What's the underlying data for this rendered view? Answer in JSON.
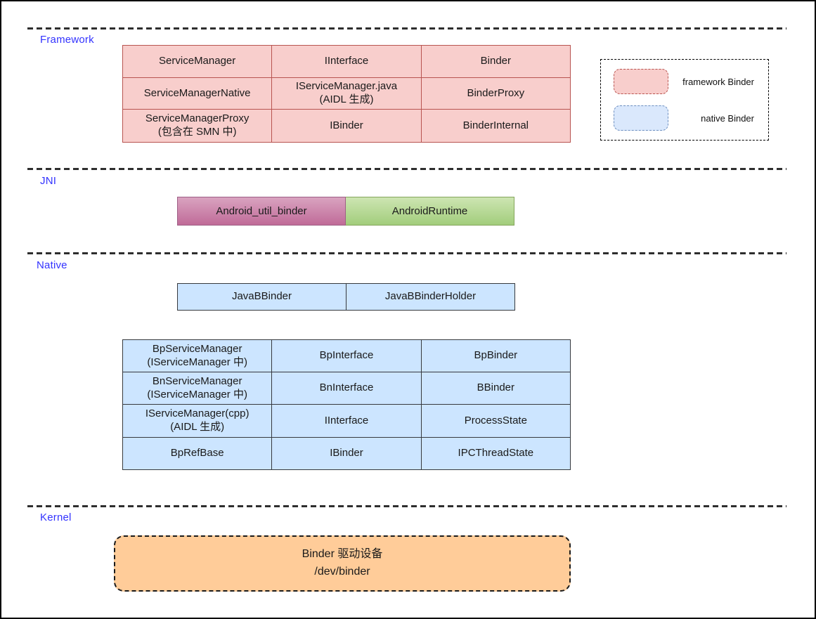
{
  "layers": {
    "framework": "Framework",
    "jni": "JNI",
    "native": "Native",
    "kernel": "Kernel"
  },
  "framework_table": {
    "rows": [
      [
        "ServiceManager",
        "IInterface",
        "Binder"
      ],
      [
        "ServiceManagerNative",
        "IServiceManager.java\n(AIDL 生成)",
        "BinderProxy"
      ],
      [
        "ServiceManagerProxy\n(包含在 SMN 中)",
        "IBinder",
        "BinderInternal"
      ]
    ]
  },
  "jni_row": {
    "cells": [
      "Android_util_binder",
      "AndroidRuntime"
    ]
  },
  "java_bbinder_row": {
    "cells": [
      "JavaBBinder",
      "JavaBBinderHolder"
    ]
  },
  "native_table": {
    "rows": [
      [
        "BpServiceManager\n(IServiceManager 中)",
        "BpInterface",
        "BpBinder"
      ],
      [
        "BnServiceManager\n(IServiceManager 中)",
        "BnInterface",
        "BBinder"
      ],
      [
        "IServiceManager(cpp)\n(AIDL 生成)",
        "IInterface",
        "ProcessState"
      ],
      [
        "BpRefBase",
        "IBinder",
        "IPCThreadState"
      ]
    ]
  },
  "kernel_box": {
    "line1": "Binder 驱动设备",
    "line2": "/dev/binder"
  },
  "legend": {
    "items": [
      {
        "label": "framework Binder"
      },
      {
        "label": "native Binder"
      }
    ]
  },
  "colors": {
    "layer_label": "#3333ff",
    "framework_fill": "#f8cecc",
    "framework_stroke": "#b85450",
    "native_fill": "#cce5ff",
    "native_stroke": "#36393d",
    "legend_native_fill": "#dae8fc",
    "legend_native_stroke": "#6c8ebf",
    "kernel_fill": "#ffcc99",
    "jni_pink_top": "#d9a3c0",
    "jni_pink_bottom": "#c06b98",
    "jni_green_top": "#cde5b2",
    "jni_green_bottom": "#a2cd7c"
  }
}
